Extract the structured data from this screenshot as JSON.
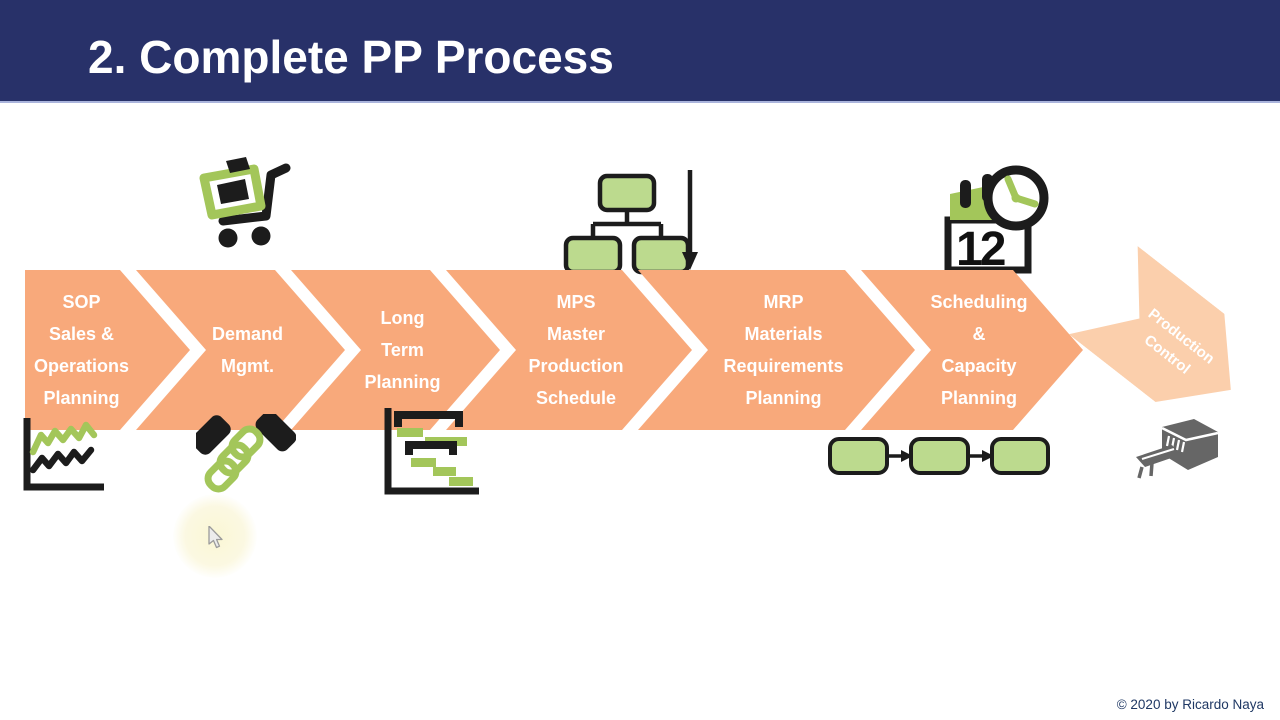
{
  "slide": {
    "title": "2. Complete PP Process",
    "footer": "© 2020 by Ricardo Naya"
  },
  "process": {
    "steps": [
      {
        "name": "sop",
        "lines": [
          "SOP",
          "Sales &",
          "Operations",
          "Planning"
        ]
      },
      {
        "name": "demand-management",
        "lines": [
          "Demand",
          "Mgmt."
        ]
      },
      {
        "name": "long-term-planning",
        "lines": [
          "Long",
          "Term",
          "Planning"
        ]
      },
      {
        "name": "mps",
        "lines": [
          "MPS",
          "Master",
          "Production",
          "Schedule"
        ]
      },
      {
        "name": "mrp",
        "lines": [
          "MRP",
          "Materials",
          "Requirements",
          "Planning"
        ]
      },
      {
        "name": "scheduling",
        "lines": [
          "Scheduling",
          "&",
          "Capacity",
          "Planning"
        ]
      }
    ],
    "final_step": {
      "name": "production-control",
      "lines": [
        "Production",
        "Control"
      ]
    }
  },
  "icons": {
    "calendar_number": "12",
    "names": [
      "shopping-cart-icon",
      "bom-structure-icon",
      "down-arrow-icon",
      "calendar-clock-icon",
      "line-chart-icon",
      "handshake-icon",
      "gantt-chart-icon",
      "process-flow-icon",
      "printer-icon",
      "mouse-cursor"
    ]
  },
  "colors": {
    "header_bg": "#283169",
    "header_rule": "#aab4dc",
    "title_text": "#ffffff",
    "chevron": "#f8a97b",
    "chevron_final": "#fbcfac",
    "step_text": "#ffffff",
    "icon_green": "#a3c65a",
    "icon_green_fill": "#bcda8e",
    "icon_black": "#1c1c1c",
    "icon_gray": "#666666",
    "footer_text": "#1f3864"
  }
}
